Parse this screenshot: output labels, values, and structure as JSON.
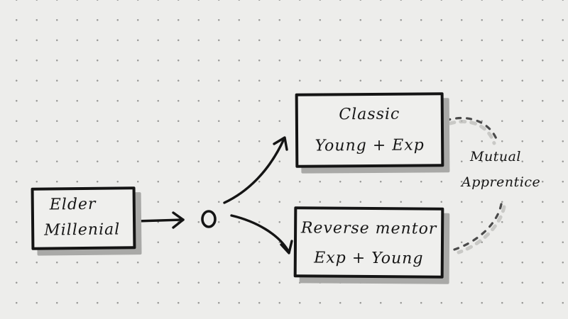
{
  "diagram": {
    "nodes": {
      "elder": {
        "line1": "Elder",
        "line2": "Millenial"
      },
      "classic": {
        "line1": "Classic",
        "line2": "Young + Exp"
      },
      "reverse": {
        "line1": "Reverse mentor",
        "line2": "Exp + Young"
      }
    },
    "annotation": {
      "line1": "Mutual",
      "line2": "Apprentice"
    }
  }
}
